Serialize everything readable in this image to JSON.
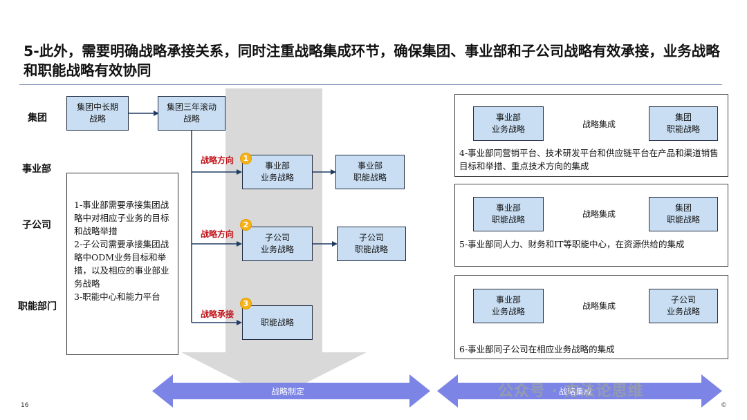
{
  "title": "5-此外，需要明确战略承接关系，同时注重战略集成环节，确保集团、事业部和子公司战略有效承接，业务战略和职能战略有效协同",
  "rows": {
    "group": "集团",
    "division": "事业部",
    "subsidiary": "子公司",
    "functional": "职能部门"
  },
  "left_diagram": {
    "group_long_term": "集团中长期\n战略",
    "group_rolling": "集团三年滚动\n战略",
    "division_business": "事业部\n业务战略",
    "division_functional": "事业部\n职能战略",
    "subsidiary_business": "子公司\n业务战略",
    "subsidiary_functional": "子公司\n职能战略",
    "functional_strategy": "职能战略",
    "labels": [
      {
        "text": "战略方向",
        "badge": "1"
      },
      {
        "text": "战略方向",
        "badge": "2"
      },
      {
        "text": "战略承接",
        "badge": "3"
      }
    ]
  },
  "notes": {
    "item1": "1-事业部需要承接集团战略中对相应子业务的目标和战略举措",
    "item2": "2-子公司需要承接集团战略中ODM业务目标和举措，以及相应的事业部业务战略",
    "item3": "3-职能中心和能力平台"
  },
  "integration_panels": [
    {
      "left": "事业部\n业务战略",
      "middle": "战略集成",
      "right": "集团\n职能战略",
      "desc": "4-事业部同营销平台、技术研发平台和供应链平台在产品和渠道销售目标和举措、重点技术方向的集成"
    },
    {
      "left": "事业部\n职能战略",
      "middle": "战略集成",
      "right": "集团\n职能战略",
      "desc": "5-事业部同人力、财务和IT等职能中心，在资源供给的集成"
    },
    {
      "left": "事业部\n业务战略",
      "middle": "战略集成",
      "right": "子公司\n业务战略",
      "desc": "6-事业部同子公司在相应业务战略的集成"
    }
  ],
  "bottom": {
    "formulation": "战略制定",
    "integration": "战略集成"
  },
  "footer": {
    "page": "16",
    "copyright": "©",
    "watermark": "公众号 · 方法论思维"
  },
  "colors": {
    "box_fill": "#c9def3",
    "arrow_blue": "#7c85e6",
    "gray_arrow": "#d9d9d9",
    "label_red": "#c0161c",
    "badge": "#f6b21a"
  }
}
